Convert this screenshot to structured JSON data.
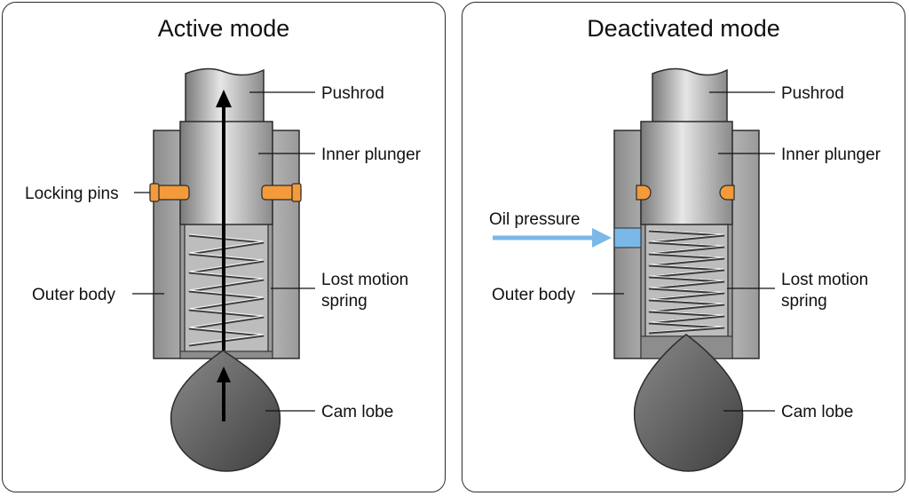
{
  "active": {
    "title": "Active mode",
    "labels": {
      "pushrod": "Pushrod",
      "inner_plunger": "Inner plunger",
      "locking_pins": "Locking pins",
      "outer_body": "Outer body",
      "lost_motion_spring_line1": "Lost motion",
      "lost_motion_spring_line2": "spring",
      "cam_lobe": "Cam lobe"
    }
  },
  "deactivated": {
    "title": "Deactivated mode",
    "labels": {
      "pushrod": "Pushrod",
      "inner_plunger": "Inner plunger",
      "oil_pressure": "Oil pressure",
      "outer_body": "Outer body",
      "lost_motion_spring_line1": "Lost motion",
      "lost_motion_spring_line2": "spring",
      "cam_lobe": "Cam lobe"
    }
  },
  "colors": {
    "pin": "#f39a3a",
    "oil": "#7ab8e8",
    "arrow": "#000000",
    "metal_dark": "#6f6f6f",
    "metal_light": "#d9d9d9"
  }
}
